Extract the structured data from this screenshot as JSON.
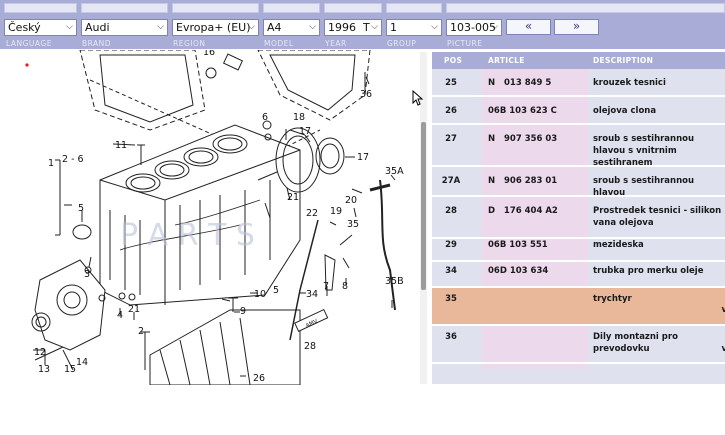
{
  "selectors": [
    {
      "name": "language",
      "value": "Český",
      "label": "LANGUAGE"
    },
    {
      "name": "brand",
      "value": "Audi",
      "label": "BRAND"
    },
    {
      "name": "region",
      "value": "Evropa+ (EU)",
      "label": "REGION"
    },
    {
      "name": "model",
      "value": "A4",
      "label": "MODEL"
    },
    {
      "name": "year",
      "value": "1996  T",
      "label": "YEAR"
    },
    {
      "name": "group",
      "value": "1",
      "label": "GROUP"
    },
    {
      "name": "picture",
      "value": "103-005",
      "label": "PICTURE"
    }
  ],
  "nav": {
    "prev": "«",
    "next": "»"
  },
  "table": {
    "headers": {
      "pos": "POS",
      "article": "ARTICLE",
      "description": "DESCRIPTION"
    },
    "rows": [
      {
        "pos": "25",
        "article": "N   013 849 5",
        "description": "krouzek tesnici",
        "more": ""
      },
      {
        "pos": "26",
        "article": "06B 103 623 C",
        "description": "olejova clona",
        "more": ""
      },
      {
        "pos": "27",
        "article": "N   907 356 03",
        "description": "sroub s sestihrannou hlavou s vnitrnim sestihranem",
        "more": ""
      },
      {
        "pos": "27A",
        "article": "N   906 283 01",
        "description": "sroub s sestihrannou hlavou",
        "more": ""
      },
      {
        "pos": "28",
        "article": "D   176 404 A2",
        "description": "Prostredek tesnici - silikon vana olejova",
        "more": ""
      },
      {
        "pos": "29",
        "article": "06B 103 551",
        "description": "mezideska",
        "more": ""
      },
      {
        "pos": "34",
        "article": "06D 103 634",
        "description": "trubka pro merku oleje",
        "more": ""
      },
      {
        "pos": "35",
        "article": "",
        "description": "trychtyr",
        "more": "v"
      },
      {
        "pos": "36",
        "article": "",
        "description": "Dily montazni pro prevodovku",
        "more": "v"
      }
    ]
  },
  "diagram": {
    "callouts": [
      "1",
      "2 - 6",
      "2",
      "3",
      "4",
      "5",
      "5",
      "6",
      "7",
      "8",
      "9",
      "10",
      "11",
      "12",
      "13",
      "14",
      "15",
      "16",
      "17",
      "17",
      "18",
      "19",
      "20",
      "21",
      "21",
      "22",
      "26",
      "28",
      "34",
      "35",
      "35A",
      "35B",
      "36"
    ],
    "tube_label": "AMV"
  },
  "colors": {
    "header_bg": "#a8acd6",
    "row_bg": "#dfe1ee",
    "article_band": "#ecd9ec",
    "highlight": "#e9b79a"
  }
}
